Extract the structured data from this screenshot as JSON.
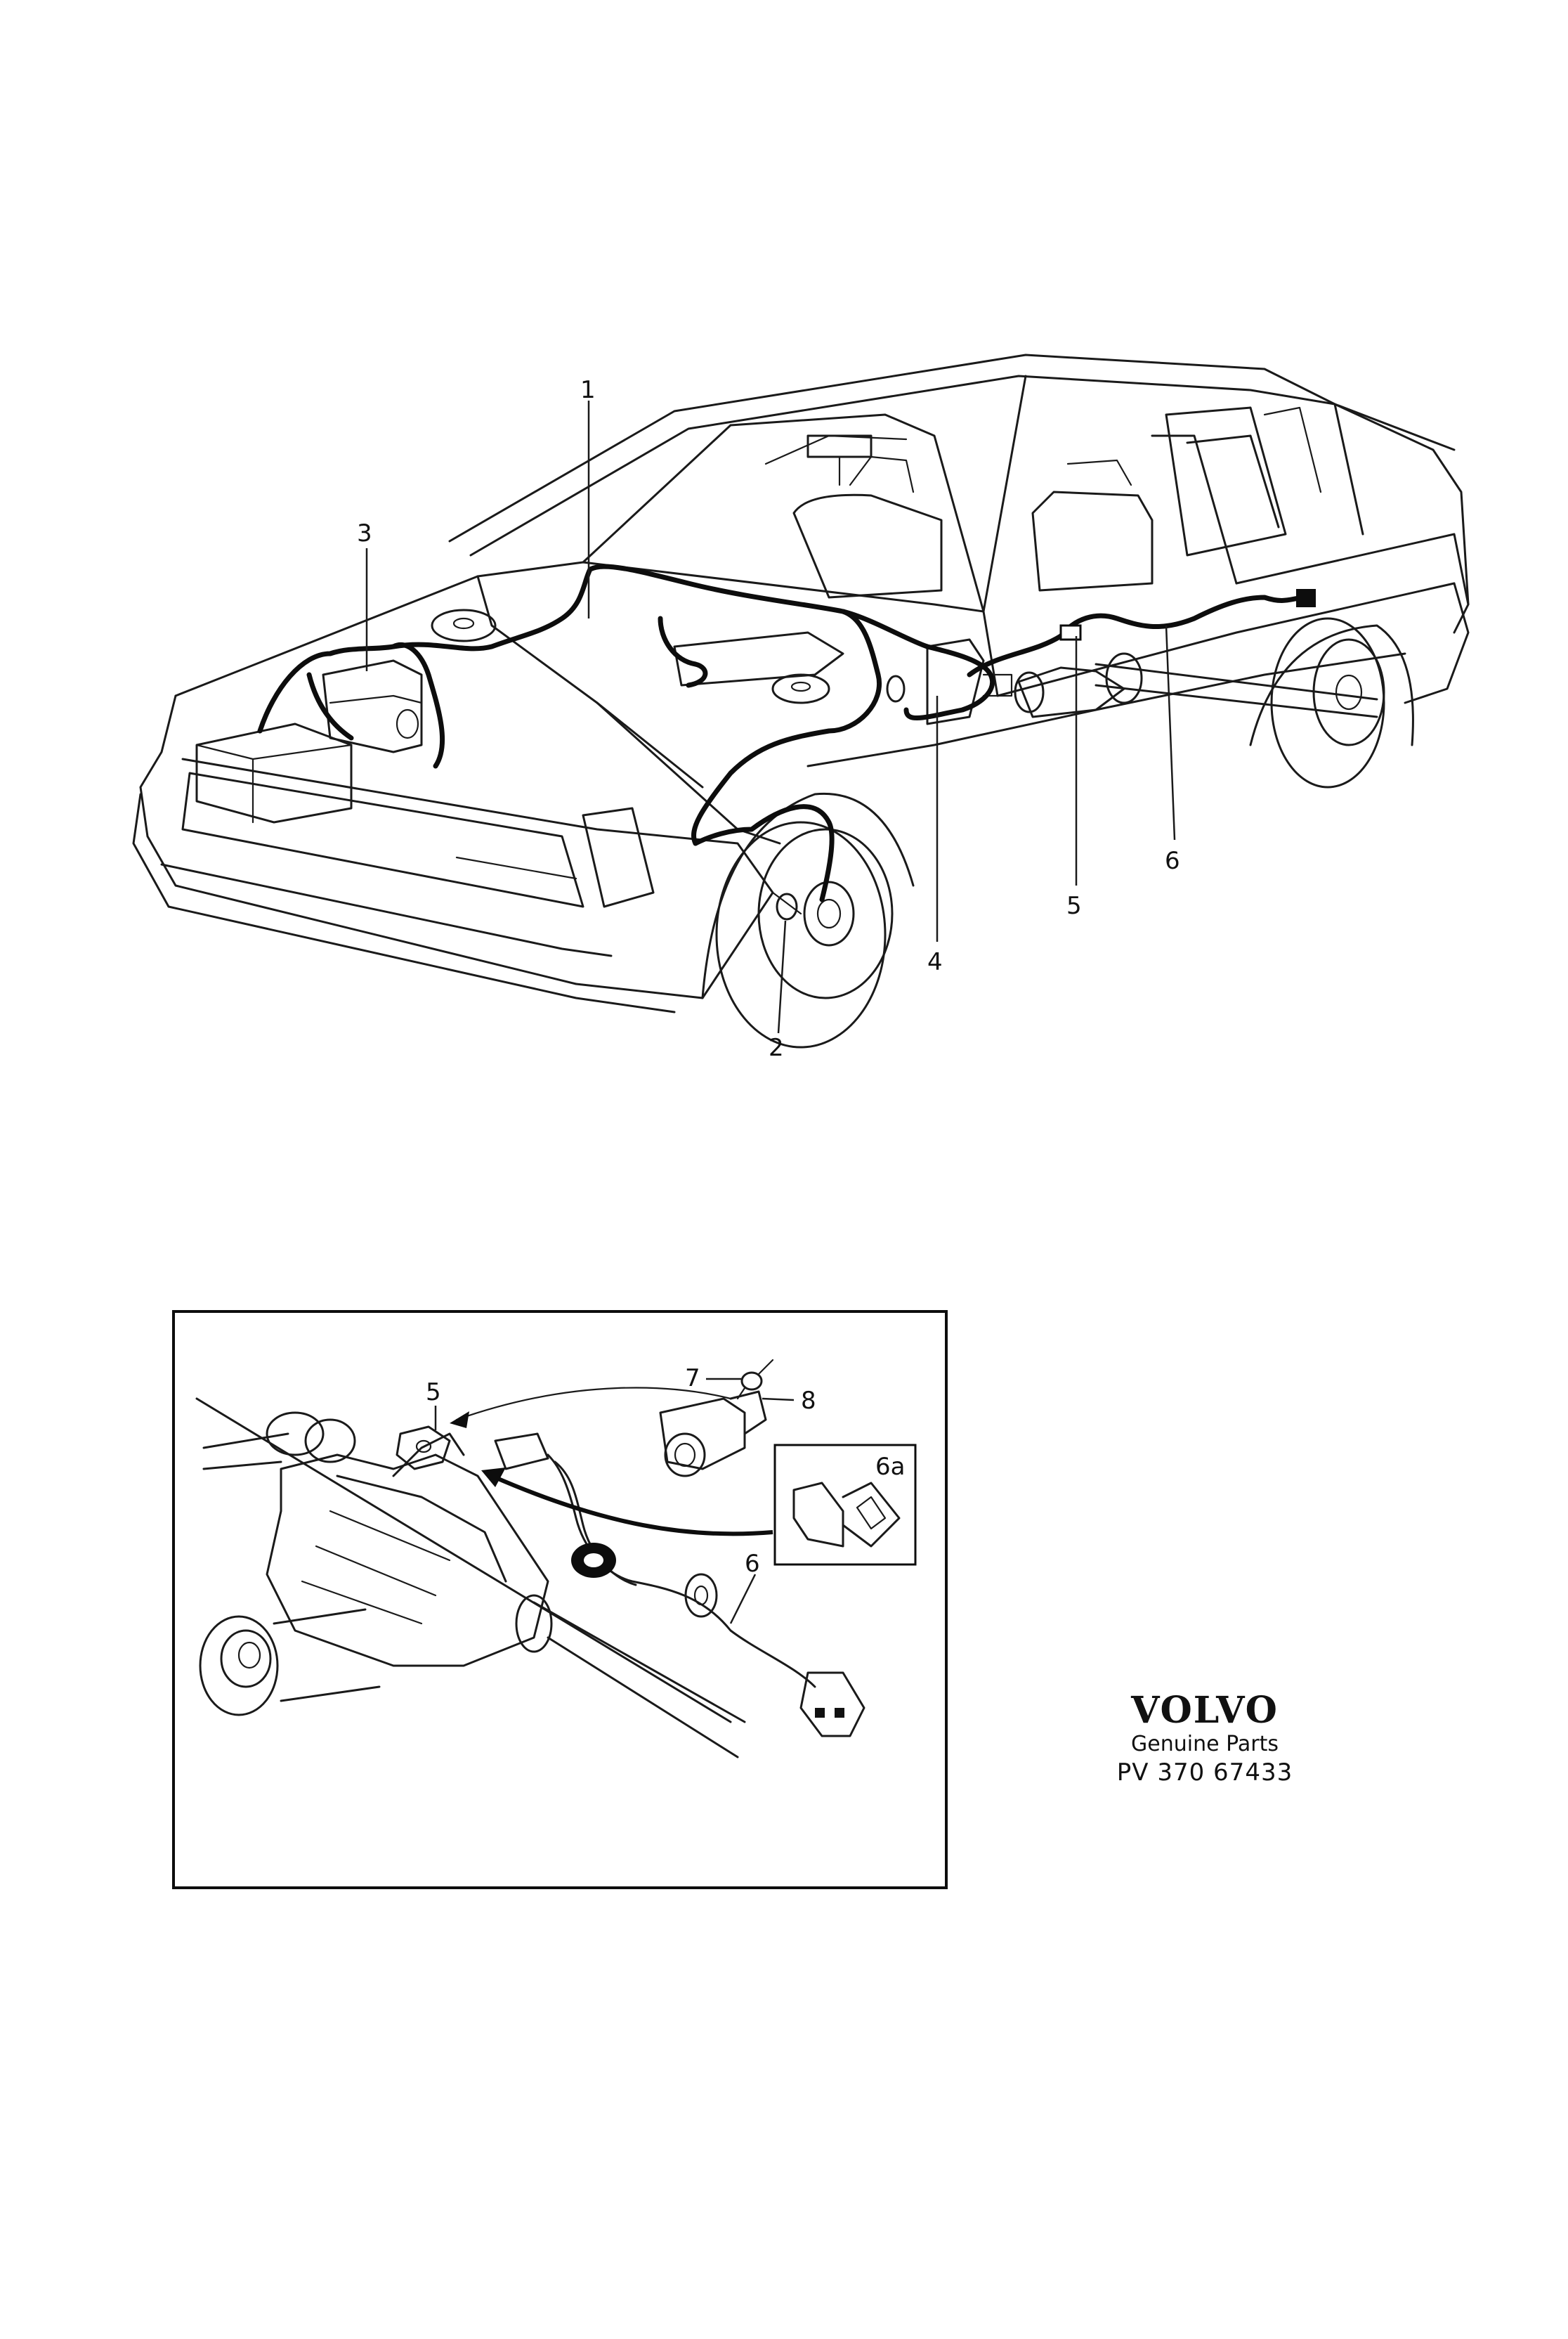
{
  "main_diagram": {
    "callouts": [
      "1",
      "2",
      "3",
      "4",
      "5",
      "6"
    ]
  },
  "detail_inset": {
    "callouts": [
      "5",
      "6",
      "6a",
      "7",
      "8"
    ]
  },
  "footer": {
    "logo_text": "VOLVO",
    "subtitle": "Genuine Parts",
    "code": "PV 370 67433"
  }
}
